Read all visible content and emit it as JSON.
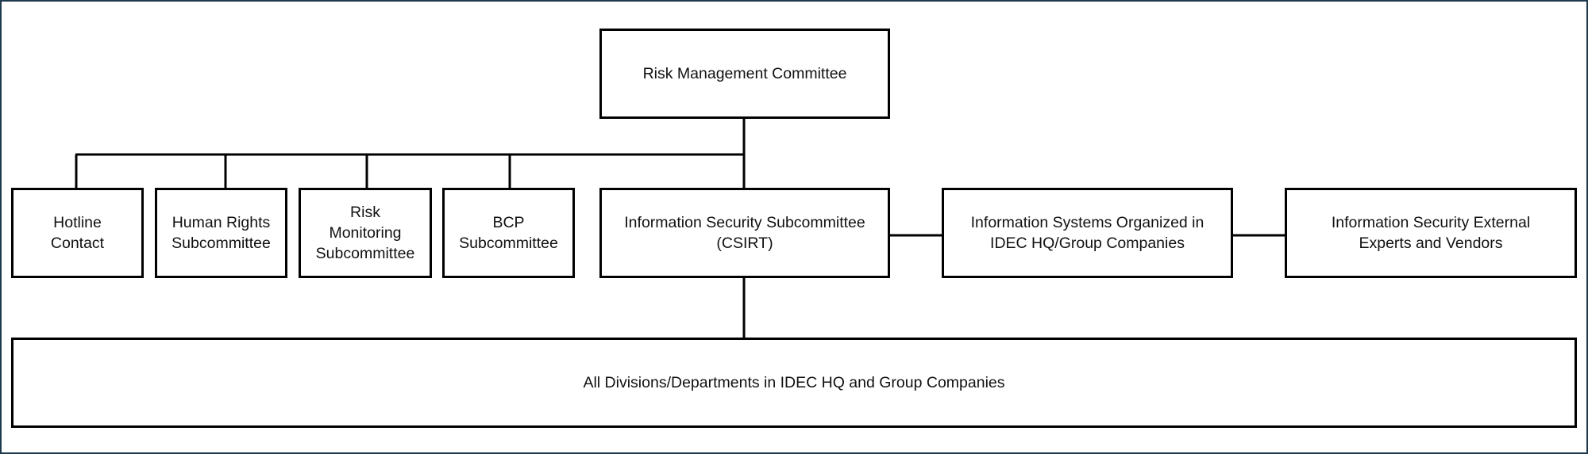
{
  "diagram": {
    "top": {
      "risk_management_committee": "Risk Management Committee"
    },
    "subcommittees": [
      {
        "label": "Hotline\nContact"
      },
      {
        "label": "Human Rights\nSubcommittee"
      },
      {
        "label": "Risk\nMonitoring\nSubcommittee"
      },
      {
        "label": "BCP\nSubcommittee"
      }
    ],
    "csirt": "Information Security Subcommittee\n(CSIRT)",
    "info_systems": "Information Systems Organized in\nIDEC HQ/Group Companies",
    "external_experts": "Information Security External\nExperts and Vendors",
    "all_divisions": "All Divisions/Departments in IDEC HQ and Group Companies"
  },
  "colors": {
    "line": "#000000",
    "frame": "#1f3a4d",
    "background": "#ffffff"
  }
}
